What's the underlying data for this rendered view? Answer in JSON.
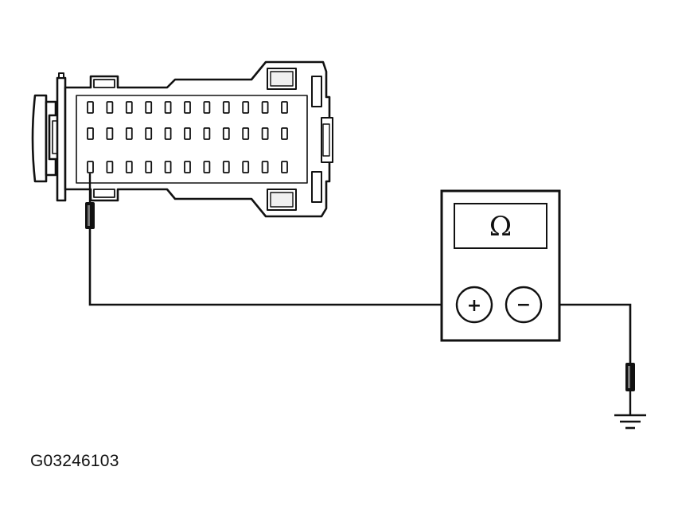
{
  "figure": {
    "id_label": "G03246103"
  },
  "meter": {
    "display_symbol": "Ω",
    "positive_label": "+",
    "negative_label": "−"
  },
  "connector": {
    "pin_rows": 3,
    "pins_per_row": 11
  }
}
